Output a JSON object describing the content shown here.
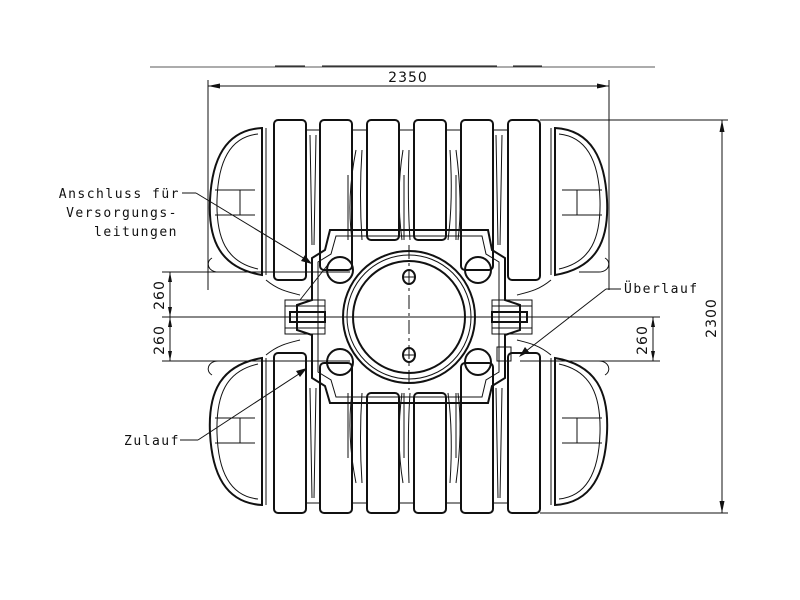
{
  "drawing": {
    "type": "technical-drawing",
    "subject": "Tank top view (Flachtank)",
    "dimensions": {
      "width": "2350",
      "height": "2300",
      "offset_upper_left": "260",
      "offset_lower_left": "260",
      "offset_right": "260"
    },
    "labels": {
      "anschluss_line1": "Anschluss für",
      "anschluss_line2": "Versorgungs-",
      "anschluss_line3": "leitungen",
      "ueberlauf": "Überlauf",
      "zulauf": "Zulauf"
    },
    "colors": {
      "line": "#111111",
      "background": "#ffffff"
    }
  }
}
